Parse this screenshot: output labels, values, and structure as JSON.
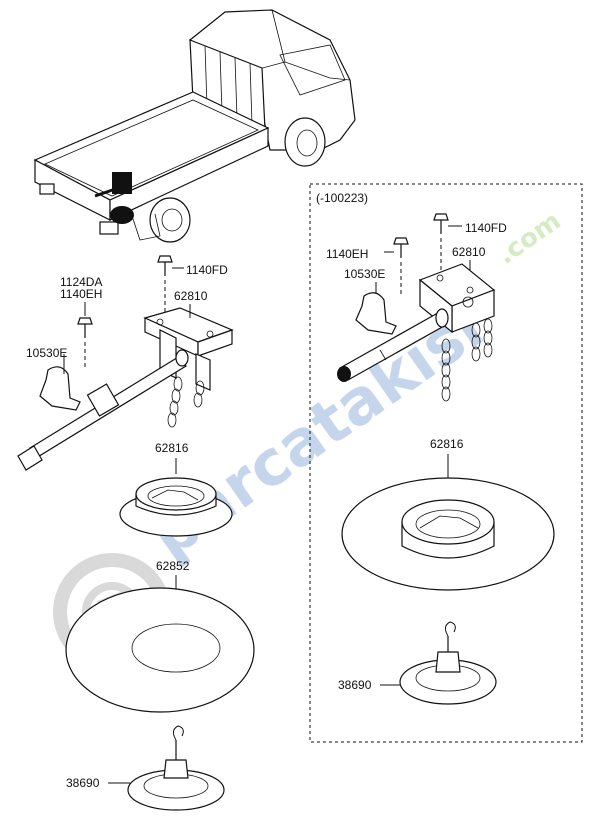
{
  "variant_label": "(-100223)",
  "left_labels": {
    "bolt_top": "1140FD",
    "bolt_a": "1124DA",
    "bolt_b": "1140EH",
    "bracket": "62810",
    "clamp": "10530E",
    "cover": "62816",
    "mat": "62852",
    "hook": "38690"
  },
  "right_labels": {
    "bolt_top": "1140FD",
    "bolt_b": "1140EH",
    "clamp": "10530E",
    "bracket": "62810",
    "cover": "62816",
    "hook": "38690"
  },
  "watermark": {
    "text": "parcatakisi",
    "suffix": ".com",
    "color_blue": "#4a7fc4",
    "color_green": "#7cc142"
  }
}
